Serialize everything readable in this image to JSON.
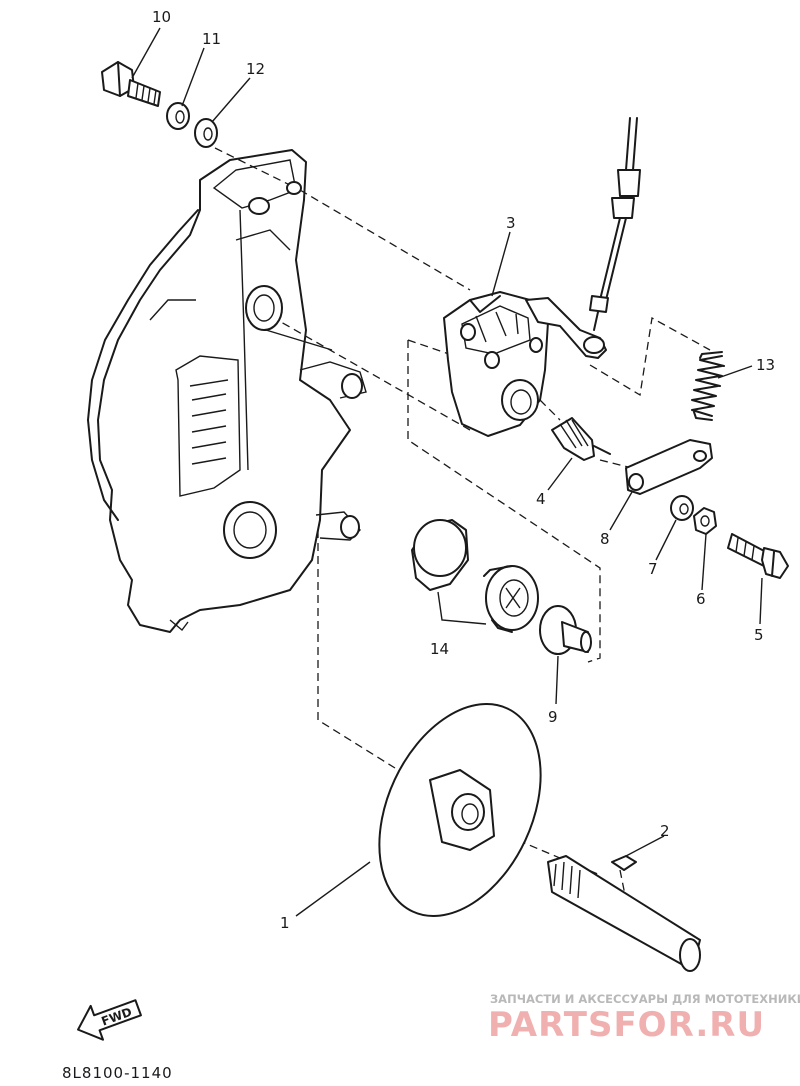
{
  "callouts": [
    "10",
    "11",
    "12",
    "3",
    "13",
    "4",
    "8",
    "7",
    "6",
    "5",
    "14",
    "9",
    "2",
    "1"
  ],
  "part_code": "8L8100-1140",
  "fwd_label": "FWD",
  "watermark": {
    "tagline": "ЗАПЧАСТИ И АКСЕССУАРЫ ДЛЯ МОТОТЕХНИКИ",
    "logo": "PARTSFOR.RU"
  }
}
